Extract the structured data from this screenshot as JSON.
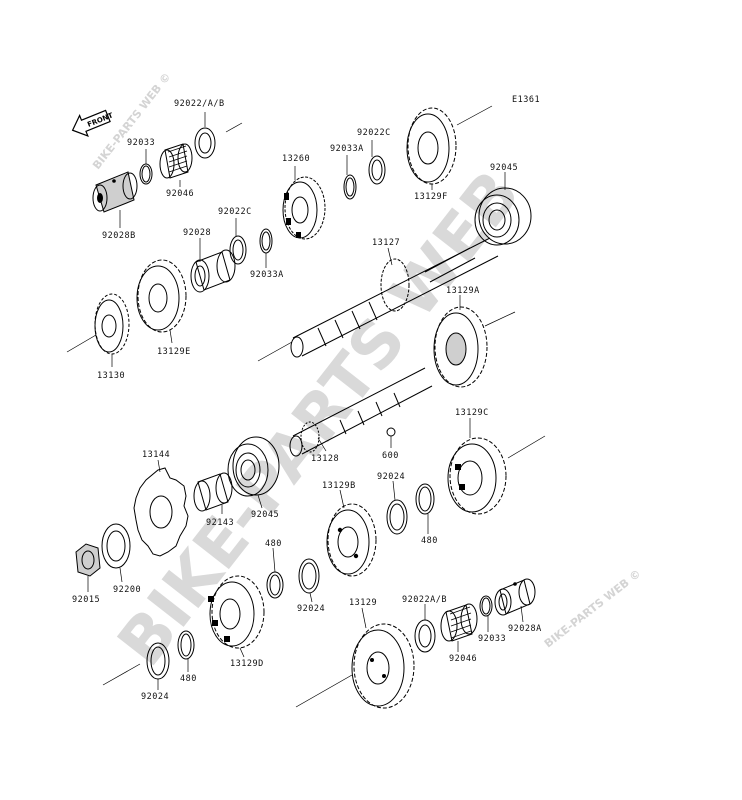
{
  "diagram": {
    "code": "E1361",
    "front_label": "FRONT",
    "watermark_main": "BIKE-PARTS WEB",
    "watermark_small": "BIKE-PARTS WEB ©",
    "labels": {
      "l92022AB_top": "92022/A/B",
      "l92033_top": "92033",
      "l92046_top": "92046",
      "l92028B": "92028B",
      "l13260": "13260",
      "l92033A_top": "92033A",
      "l92022C_top": "92022C",
      "l13129F": "13129F",
      "l92045_top": "92045",
      "l92022C_mid": "92022C",
      "l92028": "92028",
      "l92033A_mid": "92033A",
      "l13127": "13127",
      "l13129A": "13129A",
      "l13130": "13130",
      "l13129E": "13129E",
      "l13128": "13128",
      "l600": "600",
      "l13129C": "13129C",
      "l13144": "13144",
      "l92143": "92143",
      "l92045_mid": "92045",
      "l13129B": "13129B",
      "l92024_a": "92024",
      "l480_a": "480",
      "l92015": "92015",
      "l92200": "92200",
      "l480_b": "480",
      "l92024_b": "92024",
      "l13129D": "13129D",
      "l480_c": "480",
      "l92024_c": "92024",
      "l13129": "13129",
      "l92022AB_bot": "92022A/B",
      "l92046_bot": "92046",
      "l92033_bot": "92033",
      "l92028A": "92028A"
    }
  }
}
